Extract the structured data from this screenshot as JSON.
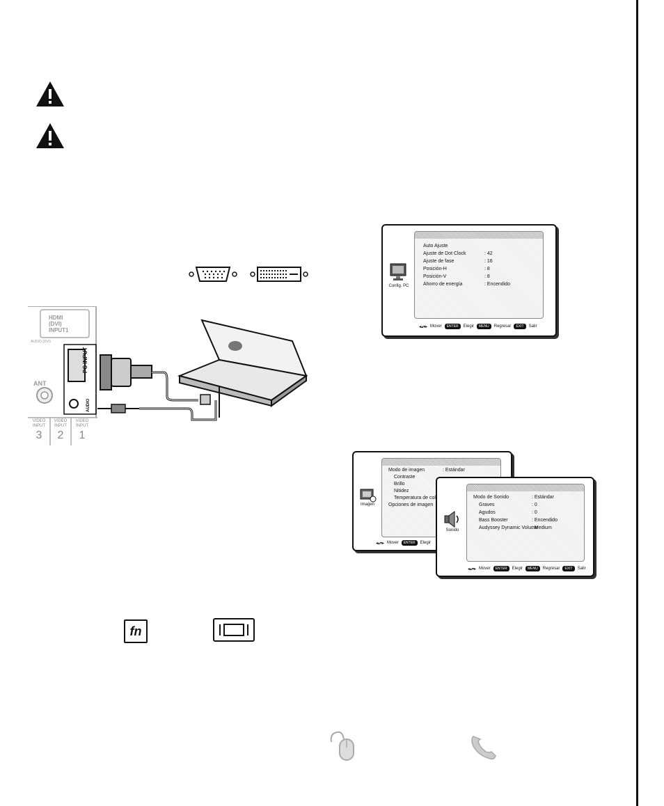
{
  "pc_menu": {
    "sidebar_label": "Config. PC",
    "items": [
      {
        "label": "Auto Ajuste",
        "value": ""
      },
      {
        "label": "Ajuste de Dot Clock",
        "value": ": 42"
      },
      {
        "label": "Ajuste de fase",
        "value": ": 16"
      },
      {
        "label": "Posición-H",
        "value": ": 8"
      },
      {
        "label": "Posición-V",
        "value": ": 8"
      },
      {
        "label": "Ahorro de energía",
        "value": ": Encendido"
      }
    ],
    "footer": {
      "move": "Mover",
      "enter_key": "ENTER",
      "enter": "Elegir",
      "menu_key": "MENU",
      "menu": "Regresar",
      "exit_key": "EXIT",
      "exit": "Salir"
    }
  },
  "image_menu": {
    "sidebar_label": "Imagen",
    "items": [
      {
        "label": "Modo de imagen",
        "value": ": Estándar"
      },
      {
        "label": "Contraste",
        "value": ""
      },
      {
        "label": "Brillo",
        "value": ""
      },
      {
        "label": "Nitidez",
        "value": ""
      },
      {
        "label": "Temperatura de color",
        "value": ""
      },
      {
        "label": "Opciones de imagen",
        "value": ""
      }
    ],
    "footer": {
      "move": "Mover",
      "enter_key": "ENTER",
      "enter": "Elegir"
    }
  },
  "sound_menu": {
    "sidebar_label": "Sonido",
    "items": [
      {
        "label": "Modo de Sonido",
        "value": ": Estándar"
      },
      {
        "label": "Graves",
        "value": ": 0"
      },
      {
        "label": "Agudos",
        "value": ": 0"
      },
      {
        "label": "Bass Booster",
        "value": ": Encendido"
      },
      {
        "label": "Audyssey Dynamic Volume",
        "value": ": Medium"
      }
    ],
    "footer": {
      "move": "Mover",
      "enter_key": "ENTER",
      "enter": "Elegir",
      "menu_key": "MENU",
      "menu": "Regresar",
      "exit_key": "EXIT",
      "exit": "Salir"
    }
  },
  "tv_panel": {
    "hdmi": "HDMI",
    "dvi": "(DVI)",
    "input1": "INPUT1",
    "audio_dvi": "AUDIO (DVI)",
    "ant": "ANT",
    "pc_input": "PC INPUT",
    "audio": "AUDIO",
    "video_label": "VIDEO INPUT",
    "video_numbers": [
      "3",
      "2",
      "1"
    ]
  },
  "keys": {
    "fn": "fn"
  },
  "icons": [
    "warning-icon",
    "vga-connector-icon",
    "dvi-connector-icon",
    "fn-key-icon",
    "screen-key-icon",
    "mouse-icon",
    "phone-icon"
  ]
}
